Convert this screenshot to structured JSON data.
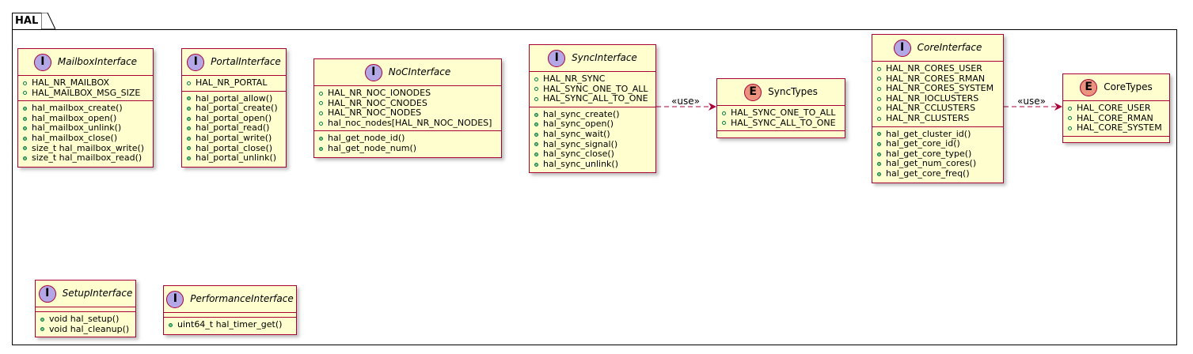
{
  "package": {
    "name": "HAL"
  },
  "classes": {
    "mailbox": {
      "stereotype": "I",
      "name": "MailboxInterface",
      "fields": [
        "HAL_NR_MAILBOX",
        "HAL_MAILBOX_MSG_SIZE"
      ],
      "methods": [
        "hal_mailbox_create()",
        "hal_mailbox_open()",
        "hal_mailbox_unlink()",
        "hal_mailbox_close()",
        "size_t hal_mailbox_write()",
        "size_t hal_mailbox_read()"
      ]
    },
    "portal": {
      "stereotype": "I",
      "name": "PortalInterface",
      "fields": [
        "HAL_NR_PORTAL"
      ],
      "methods": [
        "hal_portal_allow()",
        "hal_portal_create()",
        "hal_portal_open()",
        "hal_portal_read()",
        "hal_portal_write()",
        "hal_portal_close()",
        "hal_portal_unlink()"
      ]
    },
    "noc": {
      "stereotype": "I",
      "name": "NoCInterface",
      "fields": [
        "HAL_NR_NOC_IONODES",
        "HAL_NR_NOC_CNODES",
        "HAL_NR_NOC_NODES",
        "hal_noc_nodes[HAL_NR_NOC_NODES]"
      ],
      "methods": [
        "hal_get_node_id()",
        "hal_get_node_num()"
      ]
    },
    "sync": {
      "stereotype": "I",
      "name": "SyncInterface",
      "fields": [
        "HAL_NR_SYNC",
        "HAL_SYNC_ONE_TO_ALL",
        "HAL_SYNC_ALL_TO_ONE"
      ],
      "methods": [
        "hal_sync_create()",
        "hal_sync_open()",
        "hal_sync_wait()",
        "hal_sync_signal()",
        "hal_sync_close()",
        "hal_sync_unlink()"
      ]
    },
    "synctypes": {
      "stereotype": "E",
      "name": "SyncTypes",
      "fields": [
        "HAL_SYNC_ONE_TO_ALL",
        "HAL_SYNC_ALL_TO_ONE"
      ],
      "methods": []
    },
    "core": {
      "stereotype": "I",
      "name": "CoreInterface",
      "fields": [
        "HAL_NR_CORES_USER",
        "HAL_NR_CORES_RMAN",
        "HAL_NR_CORES_SYSTEM",
        "HAL_NR_IOCLUSTERS",
        "HAL_NR_CCLUSTERS",
        "HAL_NR_CLUSTERS"
      ],
      "methods": [
        "hal_get_cluster_id()",
        "hal_get_core_id()",
        "hal_get_core_type()",
        "hal_get_num_cores()",
        "hal_get_core_freq()"
      ]
    },
    "coretypes": {
      "stereotype": "E",
      "name": "CoreTypes",
      "fields": [
        "HAL_CORE_USER",
        "HAL_CORE_RMAN",
        "HAL_CORE_SYSTEM"
      ],
      "methods": []
    },
    "setup": {
      "stereotype": "I",
      "name": "SetupInterface",
      "fields": [],
      "methods": [
        "void hal_setup()",
        "void hal_cleanup()"
      ]
    },
    "perf": {
      "stereotype": "I",
      "name": "PerformanceInterface",
      "fields": [],
      "methods": [
        "uint64_t hal_timer_get()"
      ]
    }
  },
  "relations": [
    {
      "from": "SyncInterface",
      "to": "SyncTypes",
      "label": "«use»"
    },
    {
      "from": "CoreInterface",
      "to": "CoreTypes",
      "label": "«use»"
    }
  ],
  "colors": {
    "box_fill": "#fefece",
    "box_border": "#a80036",
    "interface_circle": "#b4a7e5",
    "enum_circle": "#eb937f",
    "method_dot": "#84be84",
    "field_dot_border": "#038048"
  }
}
